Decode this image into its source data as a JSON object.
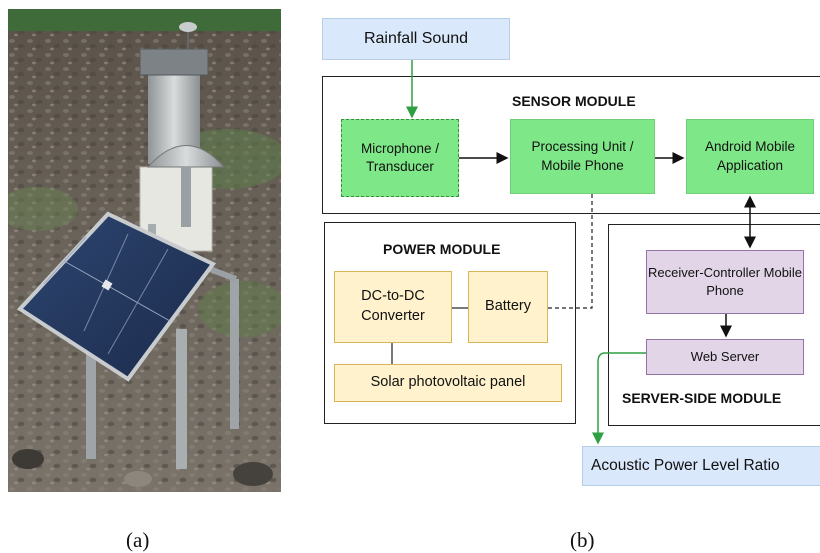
{
  "captions": {
    "a": "(a)",
    "b": "(b)"
  },
  "diagram": {
    "rainfall_sound": "Rainfall Sound",
    "sensor_module": {
      "title": "SENSOR MODULE",
      "microphone": "Microphone / Transducer",
      "processing_unit": "Processing Unit / Mobile Phone",
      "android_app": "Android Mobile Application"
    },
    "power_module": {
      "title": "POWER MODULE",
      "dc_converter": "DC-to-DC Converter",
      "battery": "Battery",
      "solar_panel": "Solar photovoltaic panel"
    },
    "server_module": {
      "title": "SERVER-SIDE MODULE",
      "receiver_controller": "Receiver-Controller Mobile Phone",
      "web_server": "Web Server"
    },
    "output": "Acoustic Power Level Ratio"
  },
  "colors": {
    "blue_fill": "#dae8fc",
    "green_fill": "#7ee787",
    "yellow_fill": "#fff2cc",
    "purple_fill": "#e1d5e7",
    "green_arrow": "#2ea043"
  }
}
